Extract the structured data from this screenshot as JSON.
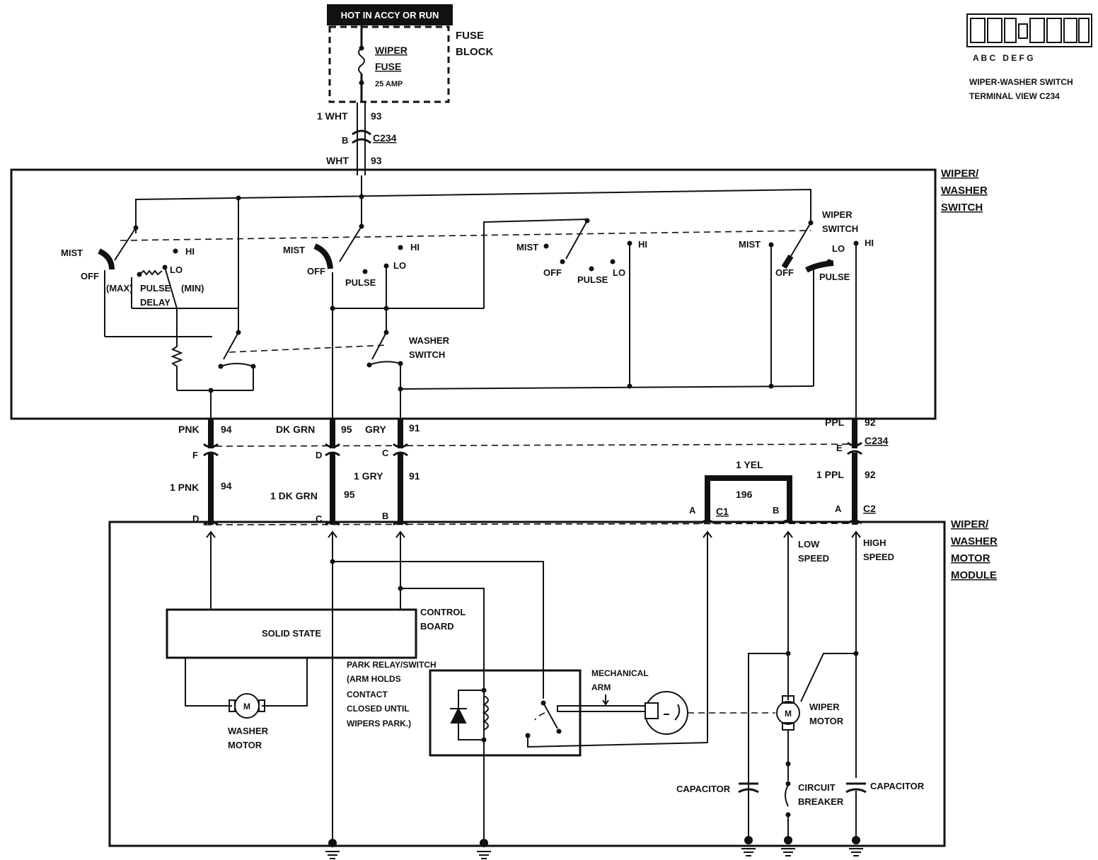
{
  "header": {
    "power_label": "HOT IN ACCY OR RUN",
    "fuse_block": [
      "FUSE",
      "BLOCK"
    ],
    "wiper_fuse": [
      "WIPER",
      "FUSE"
    ],
    "fuse_rating": "25 AMP"
  },
  "terminal_view": {
    "letters": "A B C   D E F G",
    "caption": [
      "WIPER-WASHER SWITCH",
      "TERMINAL VIEW C234"
    ]
  },
  "feed_wire": {
    "upper_color": "1 WHT",
    "upper_circuit": "93",
    "terminal": "B",
    "connector": "C234",
    "lower_color": "WHT",
    "lower_circuit": "93"
  },
  "switch_module": {
    "title": [
      "WIPER/",
      "WASHER",
      "SWITCH"
    ],
    "wiper_switch": [
      "WIPER",
      "SWITCH"
    ],
    "washer_switch": [
      "WASHER",
      "SWITCH"
    ],
    "pos_mist": "MIST",
    "pos_off": "OFF",
    "pos_hi": "HI",
    "pos_lo": "LO",
    "pos_pulse": "PULSE",
    "pos_max": "(MAX)",
    "pos_min": "(MIN)",
    "pos_delay": "DELAY"
  },
  "wires": {
    "pnk_top": "PNK",
    "pnk_num": "94",
    "pnk_term": "F",
    "pnk_bottom": "1 PNK",
    "pnk_end": "D",
    "dkgrn_top": "DK GRN",
    "dkgrn_num": "95",
    "dkgrn_term": "D",
    "dkgrn_bottom": "1 DK GRN",
    "dkgrn_end": "C",
    "gry_top": "GRY",
    "gry_num": "91",
    "gry_term": "C",
    "gry_bottom": "1 GRY",
    "gry_end": "B",
    "ppl_top": "PPL",
    "ppl_num": "92",
    "ppl_term": "E",
    "ppl_conn": "C234",
    "ppl_bottom": "1 PPL",
    "ppl_end": "A",
    "ppl_conn2": "C2",
    "yel": "1 YEL",
    "yel_num": "196",
    "yel_a": "A",
    "yel_c1": "C1",
    "yel_b": "B"
  },
  "motor_module": {
    "title": [
      "WIPER/",
      "WASHER",
      "MOTOR",
      "MODULE"
    ],
    "low_speed": [
      "LOW",
      "SPEED"
    ],
    "high_speed": [
      "HIGH",
      "SPEED"
    ],
    "solid_state": "SOLID STATE",
    "control_board": [
      "CONTROL",
      "BOARD"
    ],
    "park_relay": [
      "PARK RELAY/SWITCH",
      "(ARM HOLDS",
      "CONTACT",
      "CLOSED UNTIL",
      "WIPERS PARK.)"
    ],
    "mech_arm": [
      "MECHANICAL",
      "ARM"
    ],
    "washer_motor": [
      "WASHER",
      "MOTOR"
    ],
    "wiper_motor": [
      "WIPER",
      "MOTOR"
    ],
    "capacitor": "CAPACITOR",
    "circuit_breaker": [
      "CIRCUIT",
      "BREAKER"
    ],
    "motor_symbol": "M"
  }
}
